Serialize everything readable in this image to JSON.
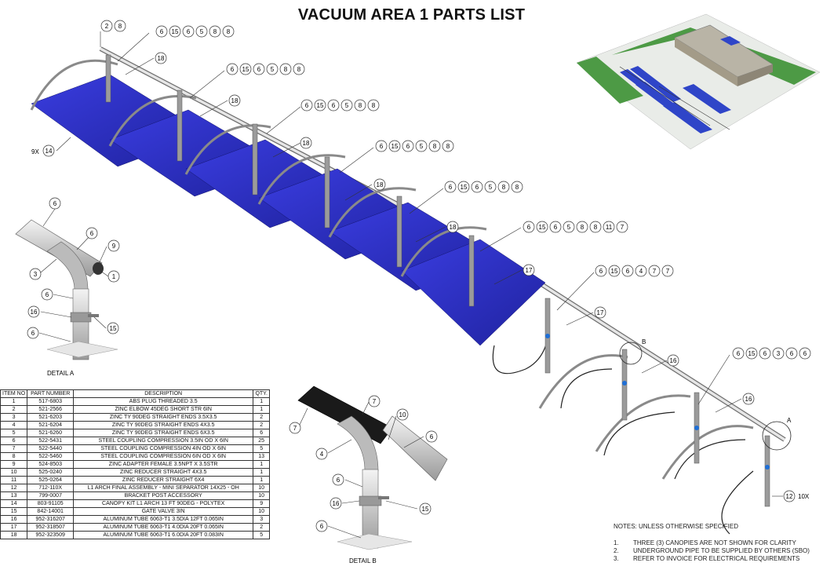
{
  "title": "VACUUM AREA 1 PARTS LIST",
  "detail_a_label": "DETAIL A",
  "detail_b_label": "DETAIL B",
  "callout_letter_a": "A",
  "callout_letter_b": "B",
  "multipliers": {
    "canopies": "9X",
    "separators": "10X"
  },
  "bubble_rows": {
    "r1": [
      "6",
      "15",
      "6",
      "5",
      "8",
      "8"
    ],
    "r2": [
      "6",
      "15",
      "6",
      "5",
      "8",
      "8"
    ],
    "r3": [
      "6",
      "15",
      "6",
      "5",
      "8",
      "8"
    ],
    "r4": [
      "6",
      "15",
      "6",
      "5",
      "8",
      "8"
    ],
    "r5": [
      "6",
      "15",
      "6",
      "5",
      "8",
      "8"
    ],
    "r6": [
      "6",
      "15",
      "6",
      "5",
      "8",
      "8",
      "11",
      "7"
    ],
    "r7": [
      "6",
      "15",
      "6",
      "4",
      "7",
      "7"
    ],
    "r8": [
      "6",
      "15",
      "6",
      "3",
      "6",
      "6"
    ],
    "top_left": [
      "2",
      "8"
    ]
  },
  "single_bubbles": {
    "b18": "18",
    "b17": "17",
    "b16": "16",
    "b14": "14",
    "b12": "12"
  },
  "detail_a_bubbles": {
    "a6top": "6",
    "a6mid": "6",
    "a9": "9",
    "a3": "3",
    "a1": "1",
    "a6low": "6",
    "a16": "16",
    "a15": "15",
    "a6bot": "6"
  },
  "detail_b_bubbles": {
    "b7a": "7",
    "b7b": "7",
    "b10": "10",
    "b6r": "6",
    "b4": "4",
    "b6m": "6",
    "b16": "16",
    "b15": "15",
    "b6b": "6"
  },
  "parts_table": {
    "headers": [
      "ITEM NO",
      "PART NUMBER",
      "DESCRIPTION",
      "QTY."
    ],
    "rows": [
      [
        "1",
        "517-6803",
        "ABS PLUG THREADED 3.5",
        "1"
      ],
      [
        "2",
        "521-2566",
        "ZINC ELBOW 45DEG SHORT STR 6IN",
        "1"
      ],
      [
        "3",
        "521-6203",
        "ZINC TY 90DEG STRAIGHT ENDS 3.5X3.5",
        "2"
      ],
      [
        "4",
        "521-6204",
        "ZINC TY 90DEG STRAIGHT ENDS 4X3.5",
        "2"
      ],
      [
        "5",
        "521-6260",
        "ZINC TY 90DEG STRAIGHT ENDS 6X3.5",
        "6"
      ],
      [
        "6",
        "522-5431",
        "STEEL COUPLING COMPRESSION 3.5IN OD X 6IN",
        "25"
      ],
      [
        "7",
        "522-5440",
        "STEEL COUPLING COMPRESSION 4IN OD X 6IN",
        "5"
      ],
      [
        "8",
        "522-5460",
        "STEEL COUPLING COMPRESSION 6IN OD X 6IN",
        "13"
      ],
      [
        "9",
        "524-8503",
        "ZINC ADAPTER FEMALE 3.5NPT X 3.5STR",
        "1"
      ],
      [
        "10",
        "525-0240",
        "ZINC REDUCER STRAIGHT 4X3.5",
        "1"
      ],
      [
        "11",
        "525-0264",
        "ZINC REDUCER STRAIGHT 6X4",
        "1"
      ],
      [
        "12",
        "712-110X",
        "L1 ARCH FINAL ASSEMBLY - MINI SEPARATOR 14X25 - OH",
        "10"
      ],
      [
        "13",
        "799-0007",
        "BRACKET POST ACCESSORY",
        "10"
      ],
      [
        "14",
        "803-91105",
        "CANOPY KIT L1 ARCH  13 FT 90DEG - POLYTEX",
        "9"
      ],
      [
        "15",
        "842-14001",
        "GATE VALVE 3IN",
        "10"
      ],
      [
        "16",
        "952-316207",
        "ALUMINUM TUBE 6063-T1 3.5DIA 12FT 0.065IN",
        "3"
      ],
      [
        "17",
        "952-318507",
        "ALUMINUM TUBE 6063-T1 4.0DIA 20FT 0.065IN",
        "2"
      ],
      [
        "18",
        "952-323509",
        "ALUMINUM TUBE 6063-T1 6.0DIA 20FT 0.083IN",
        "5"
      ]
    ]
  },
  "notes": {
    "heading": "NOTES: UNLESS OTHERWISE SPECIFIED",
    "items": [
      {
        "n": "1.",
        "text": "THREE (3) CANOPIES ARE NOT SHOWN FOR CLARITY"
      },
      {
        "n": "2.",
        "text": "UNDERGROUND PIPE TO BE SUPPLIED BY OTHERS (SBO)"
      },
      {
        "n": "3.",
        "text": "REFER TO INVOICE FOR ELECTRICAL REQUIREMENTS"
      }
    ]
  },
  "colors": {
    "canopy": "#2b2ed0",
    "canopy_dark": "#1a1c8f",
    "pipe": "#c8c8c8",
    "accent_blue": "#1f6fd6",
    "grass": "#3f8f3a"
  }
}
